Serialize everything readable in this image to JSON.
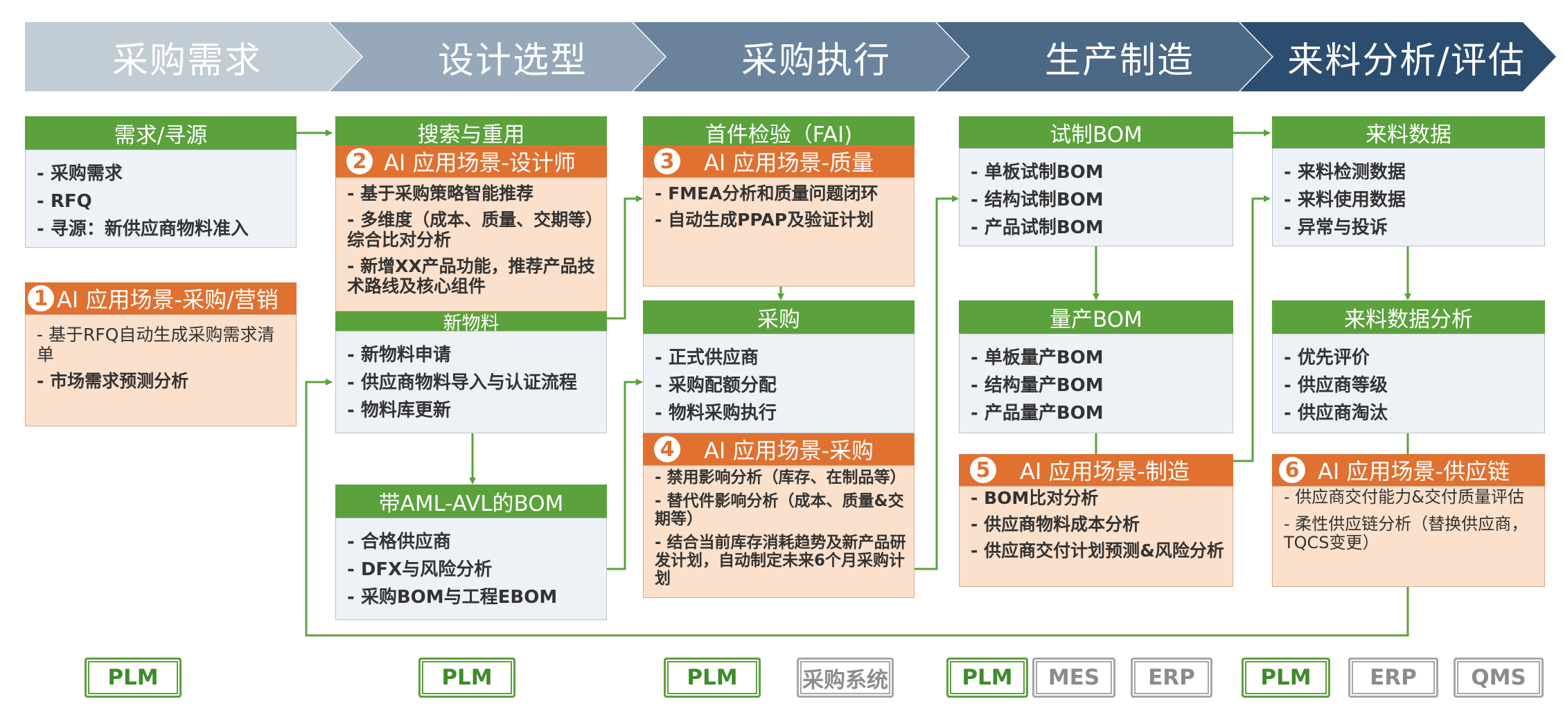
{
  "stages": [
    "采购需求",
    "设计选型",
    "采购执行",
    "生产制造",
    "来料分析/评估"
  ],
  "colors": {
    "green": "#5ba13c",
    "orange": "#e07131",
    "orange_light": "#fbe0cb",
    "gray_box": "#eef2f6"
  },
  "boxes": {
    "demand": {
      "title": "需求/寻源",
      "items": [
        "- 采购需求",
        "- RFQ",
        "- 寻源：新供应商物料准入"
      ]
    },
    "search": {
      "title": "搜索与重用"
    },
    "fai": {
      "title": "首件检验（FAI)"
    },
    "trial_bom": {
      "title": "试制BOM",
      "items": [
        "- 单板试制BOM",
        "- 结构试制BOM",
        "- 产品试制BOM"
      ]
    },
    "incoming": {
      "title": "来料数据",
      "items": [
        "- 来料检测数据",
        "- 来料使用数据",
        "- 异常与投诉"
      ]
    },
    "new_material": {
      "title": "新物料",
      "items": [
        "- 新物料申请",
        "- 供应商物料导入与认证流程",
        "- 物料库更新"
      ]
    },
    "purchase": {
      "title": "采购",
      "items": [
        "- 正式供应商",
        "- 采购配额分配",
        "- 物料采购执行"
      ]
    },
    "mass_bom": {
      "title": "量产BOM",
      "items": [
        "- 单板量产BOM",
        "- 结构量产BOM",
        "- 产品量产BOM"
      ]
    },
    "incoming_analysis": {
      "title": "来料数据分析",
      "items": [
        "- 优先评价",
        "- 供应商等级",
        "- 供应商淘汰"
      ]
    },
    "aml_bom": {
      "title": "带AML-AVL的BOM",
      "items": [
        "- 合格供应商",
        "- DFX与风险分析",
        "- 采购BOM与工程EBOM"
      ]
    }
  },
  "ai": {
    "s1": {
      "num": "1",
      "title": "AI 应用场景-采购/营销",
      "items": [
        "- 基于RFQ自动生成采购需求清单",
        "- 市场需求预测分析"
      ]
    },
    "s2": {
      "num": "2",
      "title": "AI 应用场景-设计师",
      "items": [
        "- 基于采购策略智能推荐",
        "- 多维度（成本、质量、交期等）综合比对分析",
        "- 新增XX产品功能，推荐产品技术路线及核心组件"
      ]
    },
    "s3": {
      "num": "3",
      "title": "AI 应用场景-质量",
      "items": [
        "- FMEA分析和质量问题闭环",
        "- 自动生成PPAP及验证计划"
      ]
    },
    "s4": {
      "num": "4",
      "title": "AI 应用场景-采购",
      "items": [
        "- 禁用影响分析（库存、在制品等）",
        "- 替代件影响分析（成本、质量&交期等）",
        "- 结合当前库存消耗趋势及新产品研发计划，自动制定未来6个月采购计划"
      ]
    },
    "s5": {
      "num": "5",
      "title": "AI 应用场景-制造",
      "items": [
        "- BOM比对分析",
        "- 供应商物料成本分析",
        "- 供应商交付计划预测&风险分析"
      ]
    },
    "s6": {
      "num": "6",
      "title": "AI 应用场景-供应链",
      "items": [
        "- 供应商交付能力&交付质量评估",
        "- 柔性供应链分析（替换供应商，TQCS变更）"
      ]
    }
  },
  "systems": [
    "PLM",
    "PLM",
    "PLM",
    "采购系统",
    "PLM",
    "MES",
    "ERP",
    "PLM",
    "ERP",
    "QMS"
  ]
}
